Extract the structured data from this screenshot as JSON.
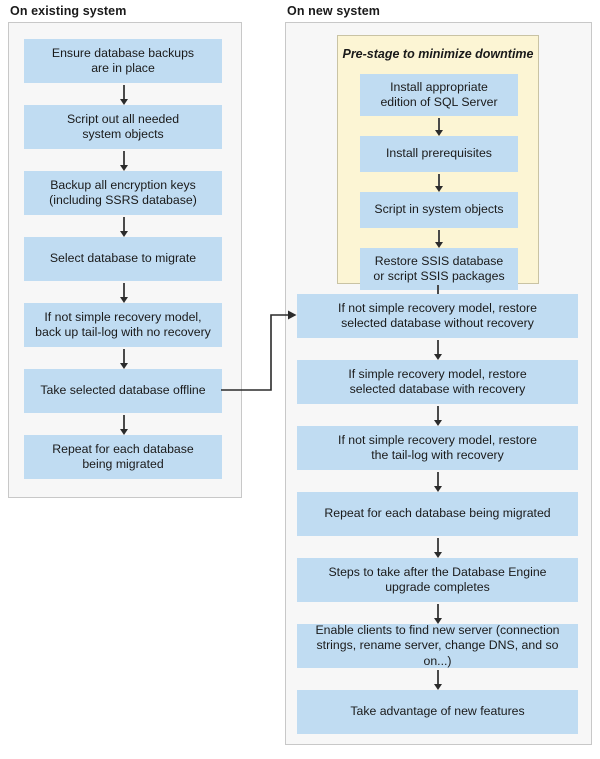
{
  "diagram": {
    "title_left": "On existing system",
    "title_right": "On new system",
    "colors": {
      "node_fill": "#c0dcf2",
      "panel_fill": "#f7f7f7",
      "panel_border": "#c8c8c8",
      "prestage_fill": "#fcf5d4",
      "prestage_border": "#c9c3a4",
      "connector": "#2b2b2b",
      "text": "#1a1a1a"
    }
  },
  "left_column": {
    "title": "On existing system",
    "steps": [
      {
        "label": "Ensure database backups\nare in place"
      },
      {
        "label": "Script out all needed\nsystem objects"
      },
      {
        "label": "Backup all encryption keys\n(including SSRS database)"
      },
      {
        "label": "Select database to migrate"
      },
      {
        "label": "If not simple recovery model,\nback up tail-log with no recovery"
      },
      {
        "label": "Take selected database offline"
      },
      {
        "label": "Repeat for each database\nbeing migrated"
      }
    ]
  },
  "right_column": {
    "title": "On new system",
    "prestage": {
      "title": "Pre-stage to minimize downtime",
      "steps": [
        {
          "label": "Install appropriate\nedition of SQL Server"
        },
        {
          "label": "Install prerequisites"
        },
        {
          "label": "Script in system objects"
        },
        {
          "label": "Restore SSIS database\nor script SSIS packages"
        }
      ]
    },
    "steps": [
      {
        "label": "If not simple recovery model, restore\nselected database without recovery"
      },
      {
        "label": "If simple recovery model, restore\nselected database with recovery"
      },
      {
        "label": "If not simple recovery model, restore\nthe tail-log with recovery"
      },
      {
        "label": "Repeat for each database being migrated"
      },
      {
        "label": "Steps to take after the Database Engine\nupgrade completes"
      },
      {
        "label": "Enable clients to find new server (connection\nstrings, rename server, change DNS, and so on...)"
      },
      {
        "label": "Take advantage of new features"
      }
    ]
  },
  "connector": {
    "from": "Take selected database offline",
    "to": "If not simple recovery model, restore selected database without recovery"
  }
}
